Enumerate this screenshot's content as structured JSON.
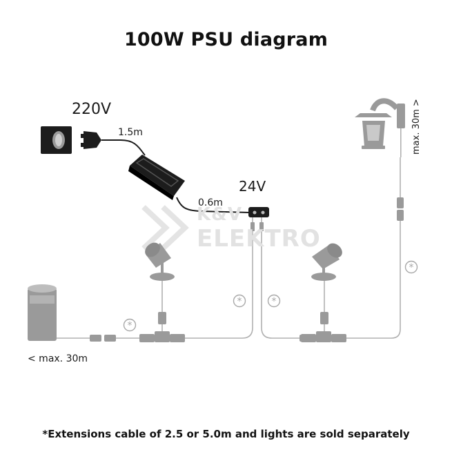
{
  "title": "100W PSU diagram",
  "labels": {
    "mains_voltage": "220V",
    "output_voltage": "24V",
    "mains_cable_length": "1.5m",
    "output_cable_length": "0.6m",
    "max_left": "< max. 30m",
    "max_right": "max. 30m >"
  },
  "watermark": {
    "line1": "K&V",
    "line2": "ELEKTRO"
  },
  "footnote": "*Extensions cable of 2.5 or 5.0m and lights are sold separately",
  "extension_marker": "*",
  "colors": {
    "device": "#1c1c1c",
    "light_cable": "#a8a8a8",
    "fixture": "#9a9a9a",
    "watermark": "#e2e2e2"
  }
}
